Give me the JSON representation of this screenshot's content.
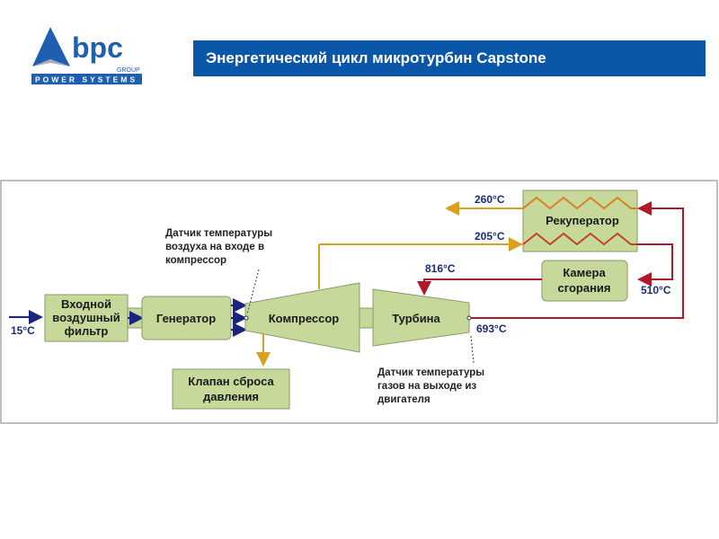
{
  "logo": {
    "brand": "bpc",
    "group": "GROUP",
    "tagline": "POWER SYSTEMS"
  },
  "header": {
    "title": "Энергетический цикл микротурбин Capstone"
  },
  "colors": {
    "header_bg": "#0a56a8",
    "box_fill": "#c6d99a",
    "cold_air": "#1a237e",
    "warm_air": "#d9a020",
    "hot_gas": "#b0182a"
  },
  "diagram": {
    "blocks": {
      "filter": [
        "Входной",
        "воздушный",
        "фильтр"
      ],
      "generator": "Генератор",
      "compressor": "Компрессор",
      "turbine": "Турбина",
      "valve": [
        "Клапан сброса",
        "давления"
      ],
      "recuperator": "Рекуператор",
      "combustor": [
        "Камера",
        "сгорания"
      ]
    },
    "temperatures": {
      "inlet": "15°C",
      "exhaust": "260°C",
      "compressor_out": "205°C",
      "turbine_in": "816°C",
      "recuperator_out": "510°C",
      "turbine_out": "693°C"
    },
    "notes": {
      "inlet_sensor": [
        "Датчик температуры",
        "воздуха на входе в",
        "компрессор"
      ],
      "exhaust_sensor": [
        "Датчик температуры",
        "газов на выходе из",
        "двигателя"
      ]
    }
  }
}
